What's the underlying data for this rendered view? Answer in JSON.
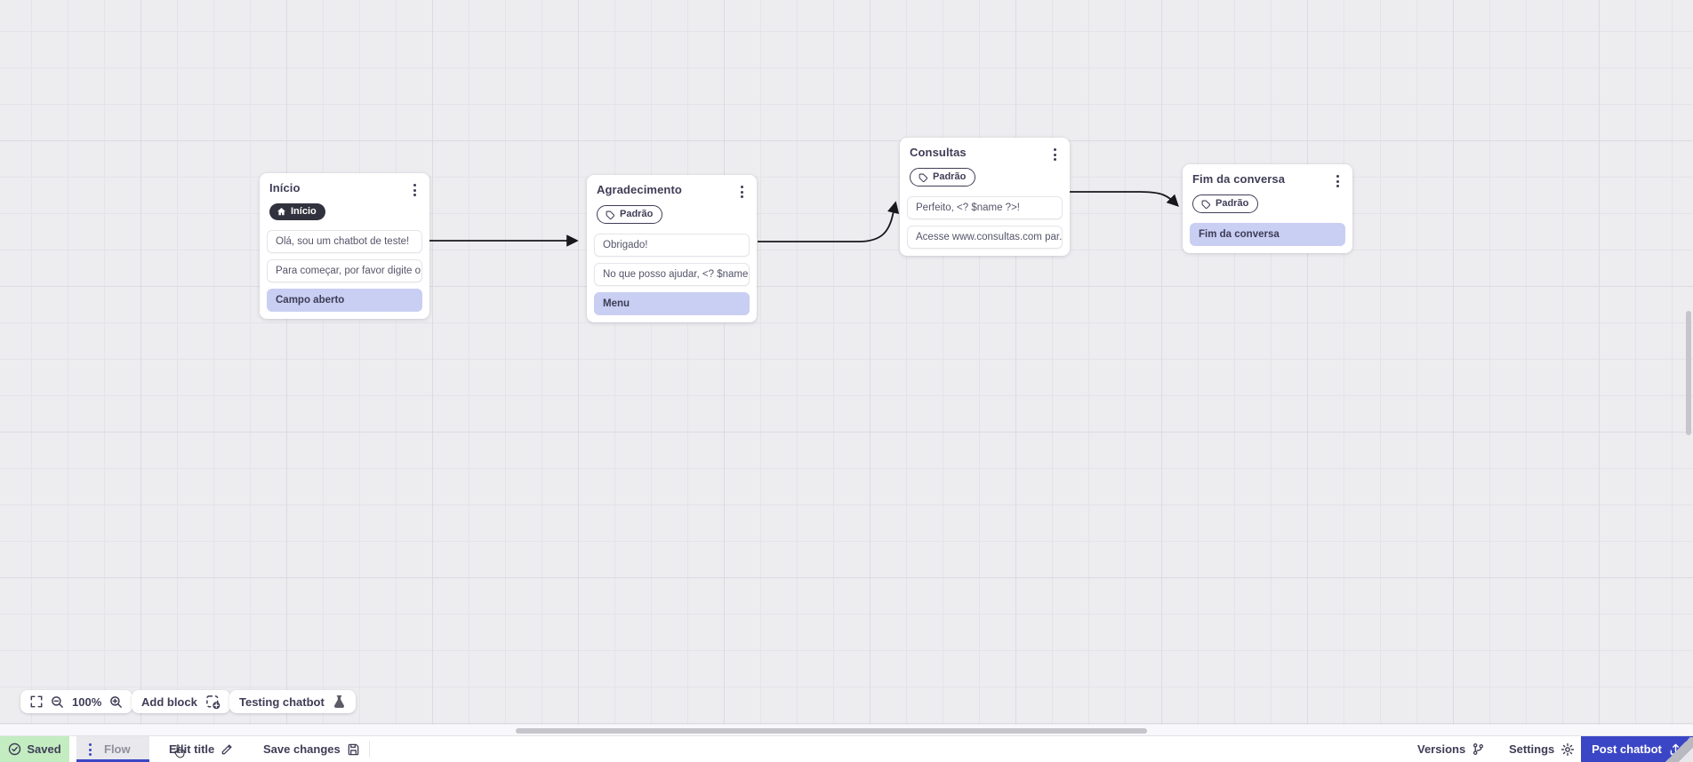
{
  "colors": {
    "accent": "#3b46c6",
    "lavender": "#c9cef3",
    "saved_green": "#c3ecc1",
    "badge_dark": "#32323e",
    "connector": "#17171c"
  },
  "nodes": [
    {
      "title": "Início",
      "badge": "Início",
      "badge_style": "dark",
      "badge_icon": "home-icon",
      "rows": [
        "Olá, sou um chatbot de teste!",
        "Para começar, por favor digite o ...",
        "Campo aberto"
      ]
    },
    {
      "title": "Agradecimento",
      "badge": "Padrão",
      "badge_style": "outline",
      "badge_icon": "tag-icon",
      "rows": [
        "Obrigado!",
        "No que posso ajudar, <? $name ...",
        "Menu"
      ]
    },
    {
      "title": "Consultas",
      "badge": "Padrão",
      "badge_style": "outline",
      "badge_icon": "tag-icon",
      "rows": [
        "Perfeito, <? $name ?>!",
        "Acesse www.consultas.com par..."
      ]
    },
    {
      "title": "Fim da conversa",
      "badge": "Padrão",
      "badge_style": "outline",
      "badge_icon": "tag-icon",
      "rows": [
        "Fim da conversa"
      ]
    }
  ],
  "toolbar": {
    "zoom_level": "100%",
    "add_block_label": "Add block",
    "testing_chatbot_label": "Testing chatbot"
  },
  "statusbar": {
    "saved_label": "Saved",
    "flow_tab_label": "Flow",
    "edit_title_label": "Edit title",
    "save_changes_label": "Save changes",
    "versions_label": "Versions",
    "settings_label": "Settings",
    "post_chatbot_label": "Post chatbot"
  }
}
